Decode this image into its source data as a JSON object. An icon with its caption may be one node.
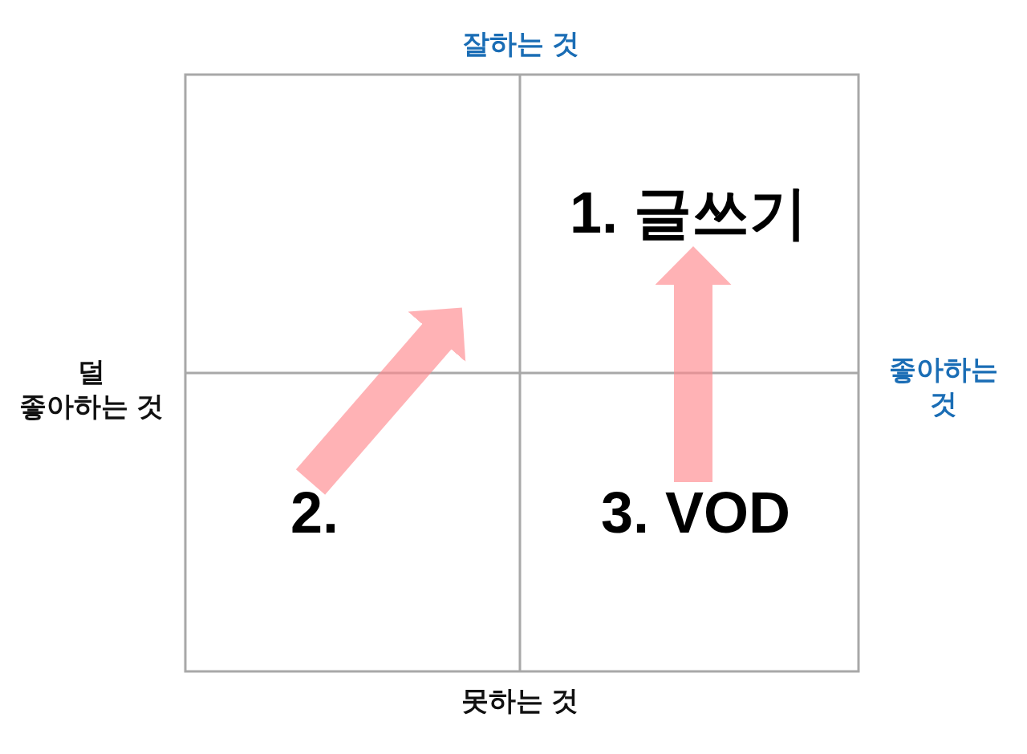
{
  "diagram": {
    "nodes": [
      {
        "text": [
          "1. 글쓰기"
        ]
      },
      {
        "text": [
          "2."
        ]
      },
      {
        "text": [
          "3. VOD"
        ]
      }
    ],
    "edges": [
      {
        "from": 1,
        "to": null,
        "arrow": "to"
      },
      {
        "from": 2,
        "to": 0,
        "arrow": "to"
      }
    ],
    "labels": [
      "잘하는 것",
      "덜 좋아하는 것",
      "좋아하는 것",
      "못하는 것"
    ]
  }
}
